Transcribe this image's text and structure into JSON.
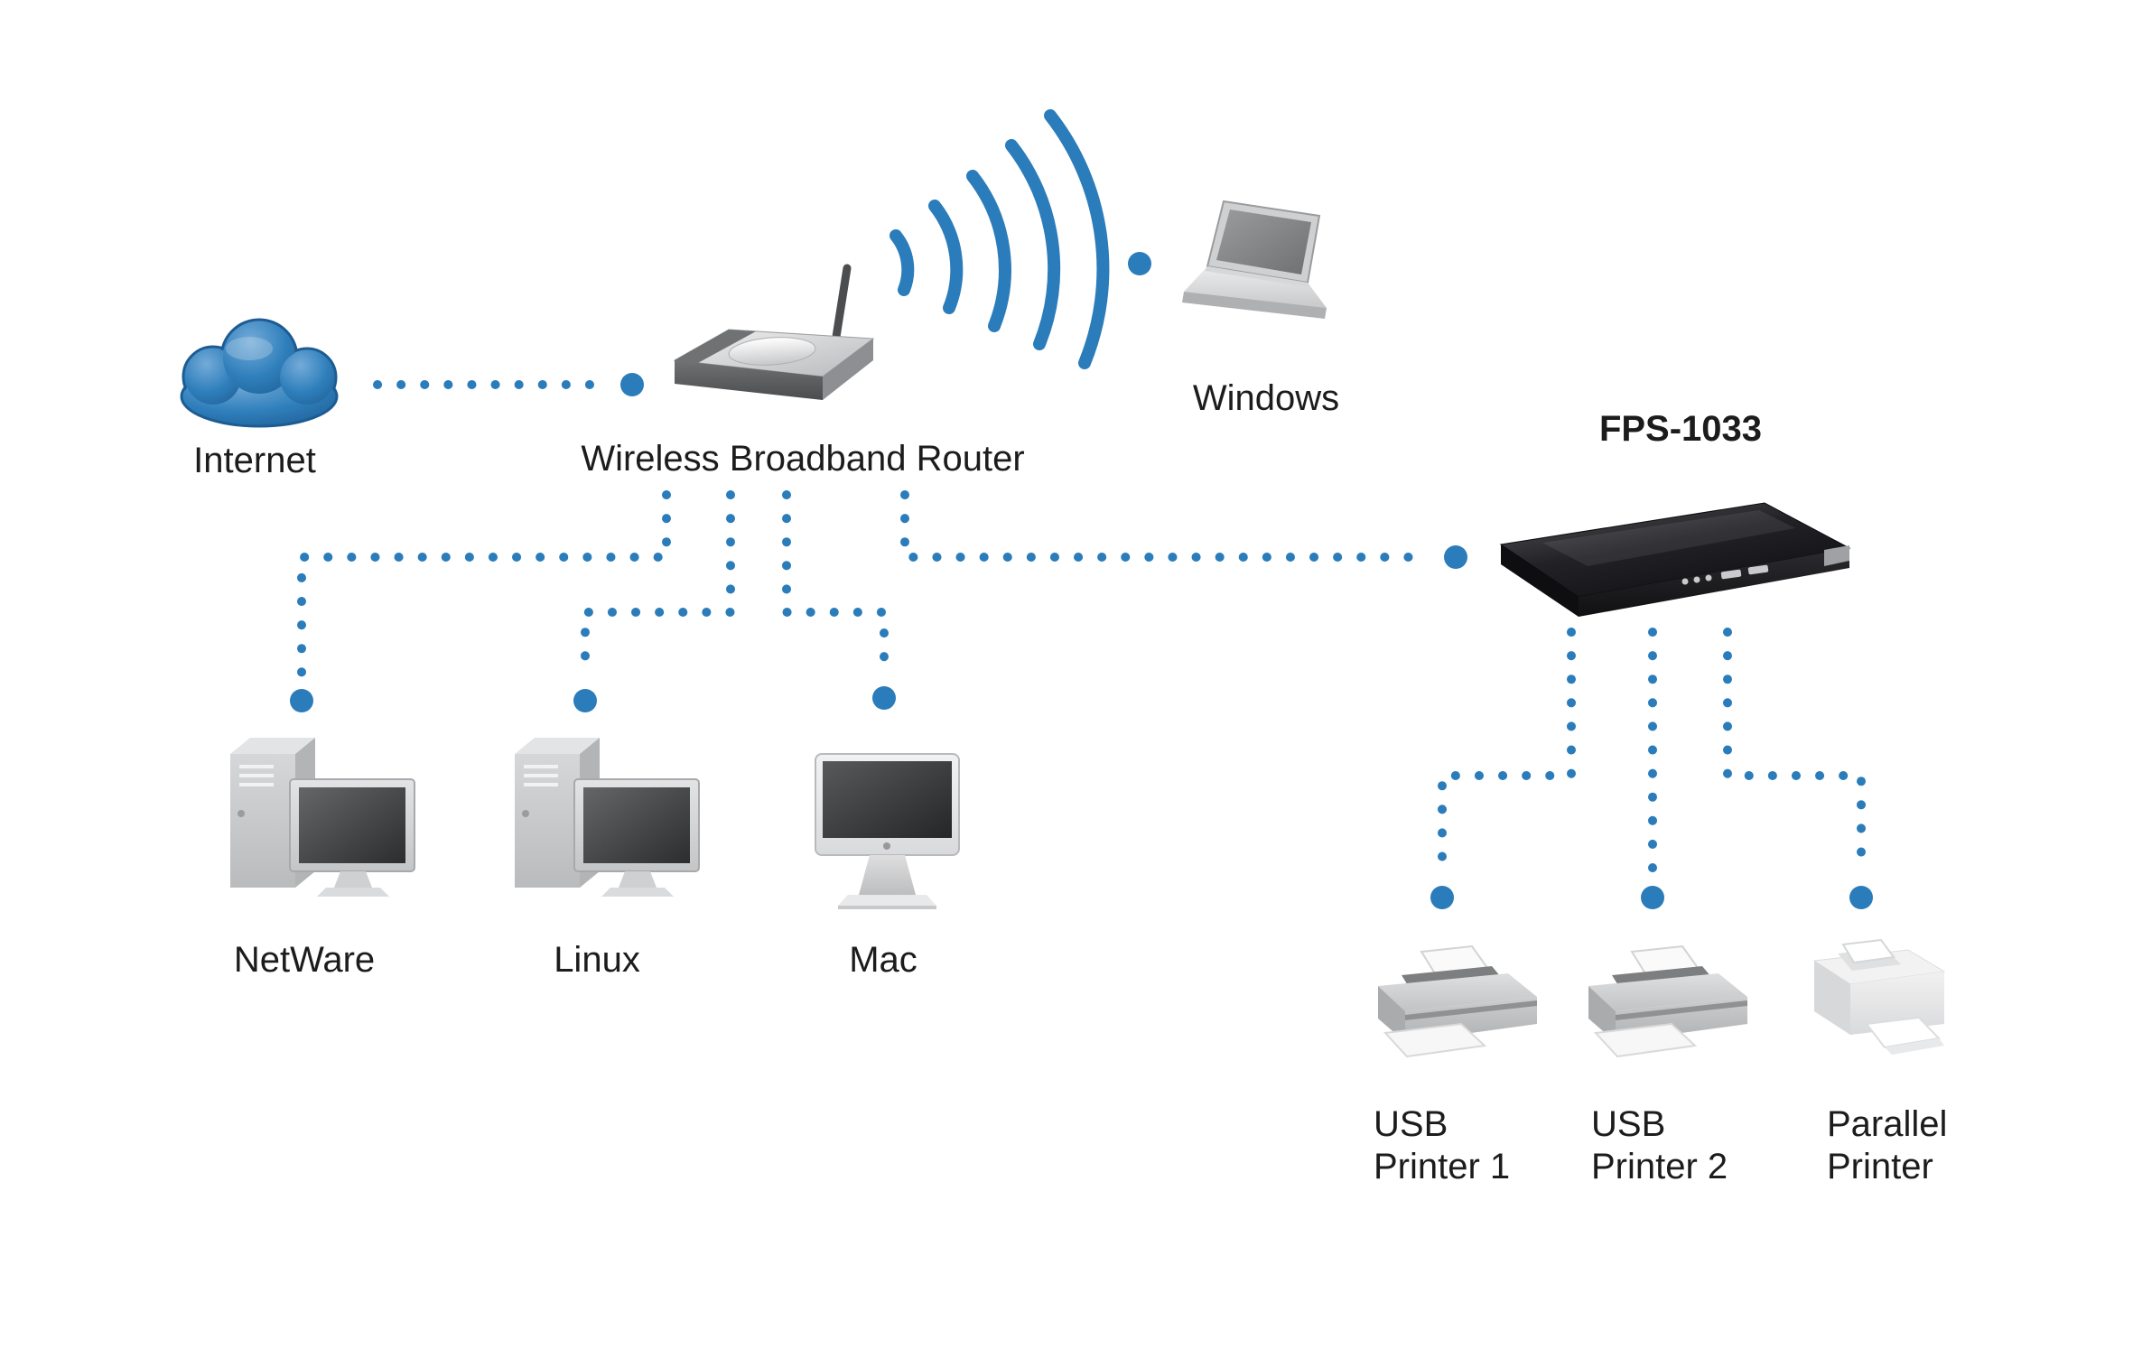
{
  "diagram": {
    "colors": {
      "accent": "#2b7cba",
      "text": "#1c1c1c",
      "background": "#ffffff",
      "device_dark": "#141416",
      "device_silver": "#c9cacc"
    },
    "nodes": {
      "internet": {
        "label": "Internet",
        "icon": "cloud-icon"
      },
      "router": {
        "label": "Wireless Broadband Router",
        "icon": "wireless-router-icon"
      },
      "windows": {
        "label": "Windows",
        "icon": "laptop-icon"
      },
      "print_server": {
        "label": "FPS-1033",
        "icon": "print-server-icon"
      },
      "netware": {
        "label": "NetWare",
        "icon": "desktop-computer-icon"
      },
      "linux": {
        "label": "Linux",
        "icon": "desktop-computer-icon"
      },
      "mac": {
        "label": "Mac",
        "icon": "imac-icon"
      },
      "usb_printer_1": {
        "label_line1": "USB",
        "label_line2": "Printer 1",
        "icon": "inkjet-printer-icon"
      },
      "usb_printer_2": {
        "label_line1": "USB",
        "label_line2": "Printer 2",
        "icon": "inkjet-printer-icon"
      },
      "parallel_printer": {
        "label_line1": "Parallel",
        "label_line2": "Printer",
        "icon": "laser-printer-icon"
      }
    },
    "connections": [
      {
        "from": "internet",
        "to": "router",
        "style": "dotted"
      },
      {
        "from": "router",
        "to": "windows",
        "style": "wireless"
      },
      {
        "from": "router",
        "to": "netware",
        "style": "dotted"
      },
      {
        "from": "router",
        "to": "linux",
        "style": "dotted"
      },
      {
        "from": "router",
        "to": "mac",
        "style": "dotted"
      },
      {
        "from": "router",
        "to": "print_server",
        "style": "dotted"
      },
      {
        "from": "print_server",
        "to": "usb_printer_1",
        "style": "dotted"
      },
      {
        "from": "print_server",
        "to": "usb_printer_2",
        "style": "dotted"
      },
      {
        "from": "print_server",
        "to": "parallel_printer",
        "style": "dotted"
      }
    ]
  }
}
